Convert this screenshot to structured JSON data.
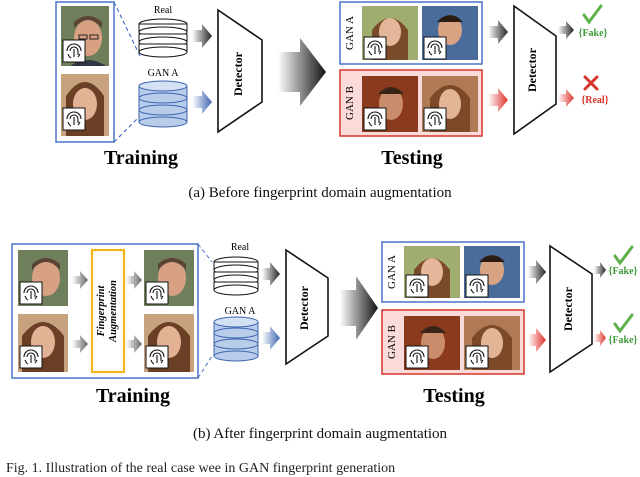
{
  "panel_a": {
    "real_label": "Real",
    "gan_train_label": "GAN A",
    "detector_train": "Detector",
    "gan_a_label": "GAN A",
    "gan_b_label": "GAN B",
    "detector_test": "Detector",
    "result_top": "{Fake}",
    "result_bottom": "{Real}",
    "training_label": "Training",
    "testing_label": "Testing",
    "caption": "(a)  Before fingerprint domain augmentation"
  },
  "panel_b": {
    "aug_line1": "Fingerprint",
    "aug_line2": "Augmentation",
    "real_label": "Real",
    "gan_train_label": "GAN A",
    "detector_train": "Detector",
    "gan_a_label": "GAN A",
    "gan_b_label": "GAN B",
    "detector_test": "Detector",
    "result_top": "{Fake}",
    "result_bottom": "{Fake}",
    "training_label": "Training",
    "testing_label": "Testing",
    "caption": "(b)  After fingerprint domain augmentation"
  },
  "figure_caption": "Fig. 1.   Illustration of the real case wee in GAN fingerprint generation",
  "colors": {
    "blue_frame": "#4a73c7",
    "red_frame": "#d9342b",
    "red_fill": "#fbdada",
    "gan_stack_fill": "#b9cdea",
    "gan_stack_stroke": "#3f66b2",
    "check_green": "#5db04a",
    "fake_green": "#3e9a3a",
    "real_red": "#d9342b",
    "aug_orange": "#f0b51d"
  },
  "icons": [
    "face-photo",
    "fingerprint-icon",
    "database-stack",
    "detector-trapezoid",
    "checkmark-icon",
    "cross-icon",
    "big-arrow"
  ]
}
